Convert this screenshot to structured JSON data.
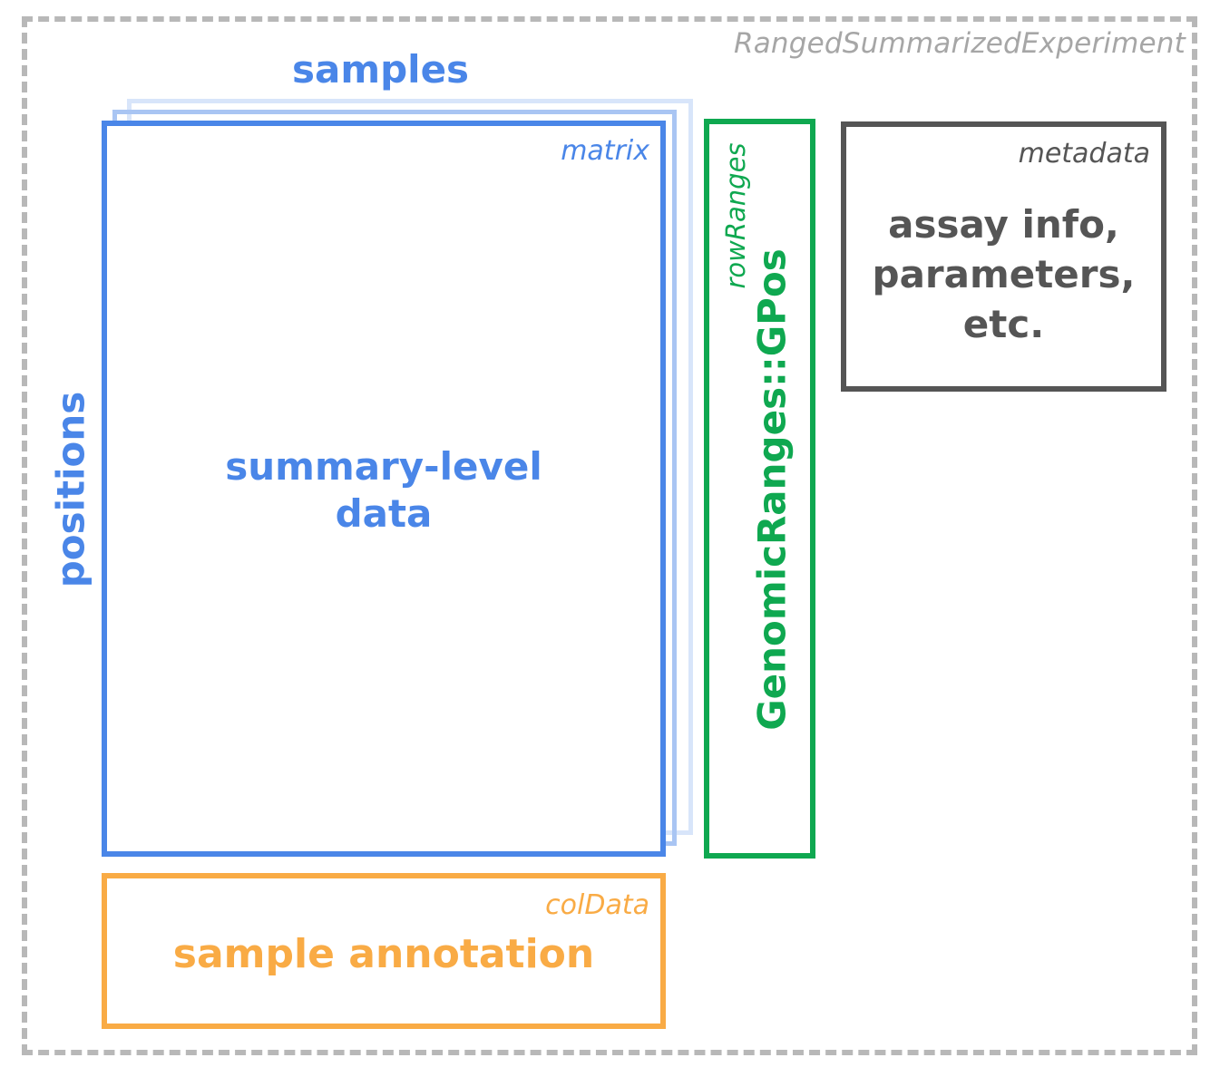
{
  "container": {
    "label": "RangedSummarizedExperiment"
  },
  "axes": {
    "columns_label": "samples",
    "rows_label": "positions"
  },
  "assay": {
    "type_label": "matrix",
    "content_lines": [
      "summary-level",
      "data"
    ]
  },
  "col_data": {
    "type_label": "colData",
    "content": "sample annotation"
  },
  "row_ranges": {
    "type_label": "rowRanges",
    "content": "GenomicRanges::GPos"
  },
  "metadata": {
    "type_label": "metadata",
    "content_lines": [
      "assay info,",
      "parameters,",
      "etc."
    ]
  },
  "colors": {
    "container": "#b8b8b8",
    "assay": "#4a86e8",
    "col_data": "#f9ab45",
    "row_ranges": "#0fa850",
    "metadata": "#555555"
  }
}
